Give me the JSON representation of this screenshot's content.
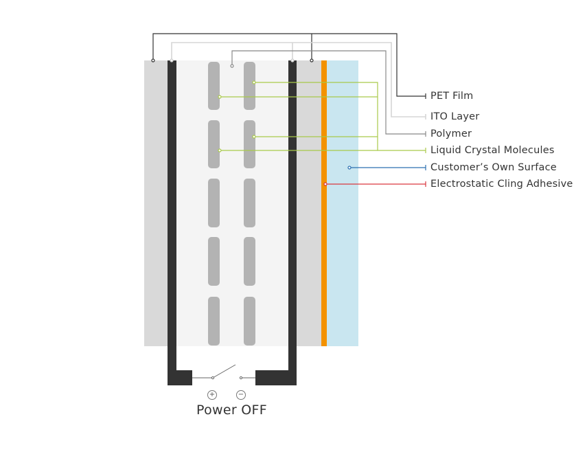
{
  "diagram": {
    "title": "Smart film layer structure",
    "colors": {
      "pet": "#d9d9d9",
      "ito": "#333333",
      "polymer": "#f4f4f4",
      "molecule": "#b3b3b3",
      "adhesive": "#f39200",
      "surface": "#c9e6f0",
      "line_pet": "#333333",
      "line_ito": "#d6d6d6",
      "line_polymer": "#888888",
      "line_lc": "#a9c94a",
      "line_surface": "#2a6fb0",
      "line_adhesive": "#d9363e"
    },
    "labels": [
      {
        "key": "pet",
        "text": "PET Film"
      },
      {
        "key": "ito",
        "text": "ITO Layer"
      },
      {
        "key": "polymer",
        "text": "Polymer"
      },
      {
        "key": "lc",
        "text": "Liquid Crystal Molecules"
      },
      {
        "key": "surface",
        "text": "Customer’s Own Surface"
      },
      {
        "key": "adhesive",
        "text": "Electrostatic Cling Adhesive"
      }
    ],
    "power": {
      "status_label": "Power OFF",
      "plus_symbol": "+",
      "minus_symbol": "−",
      "switch_state": "off"
    }
  }
}
